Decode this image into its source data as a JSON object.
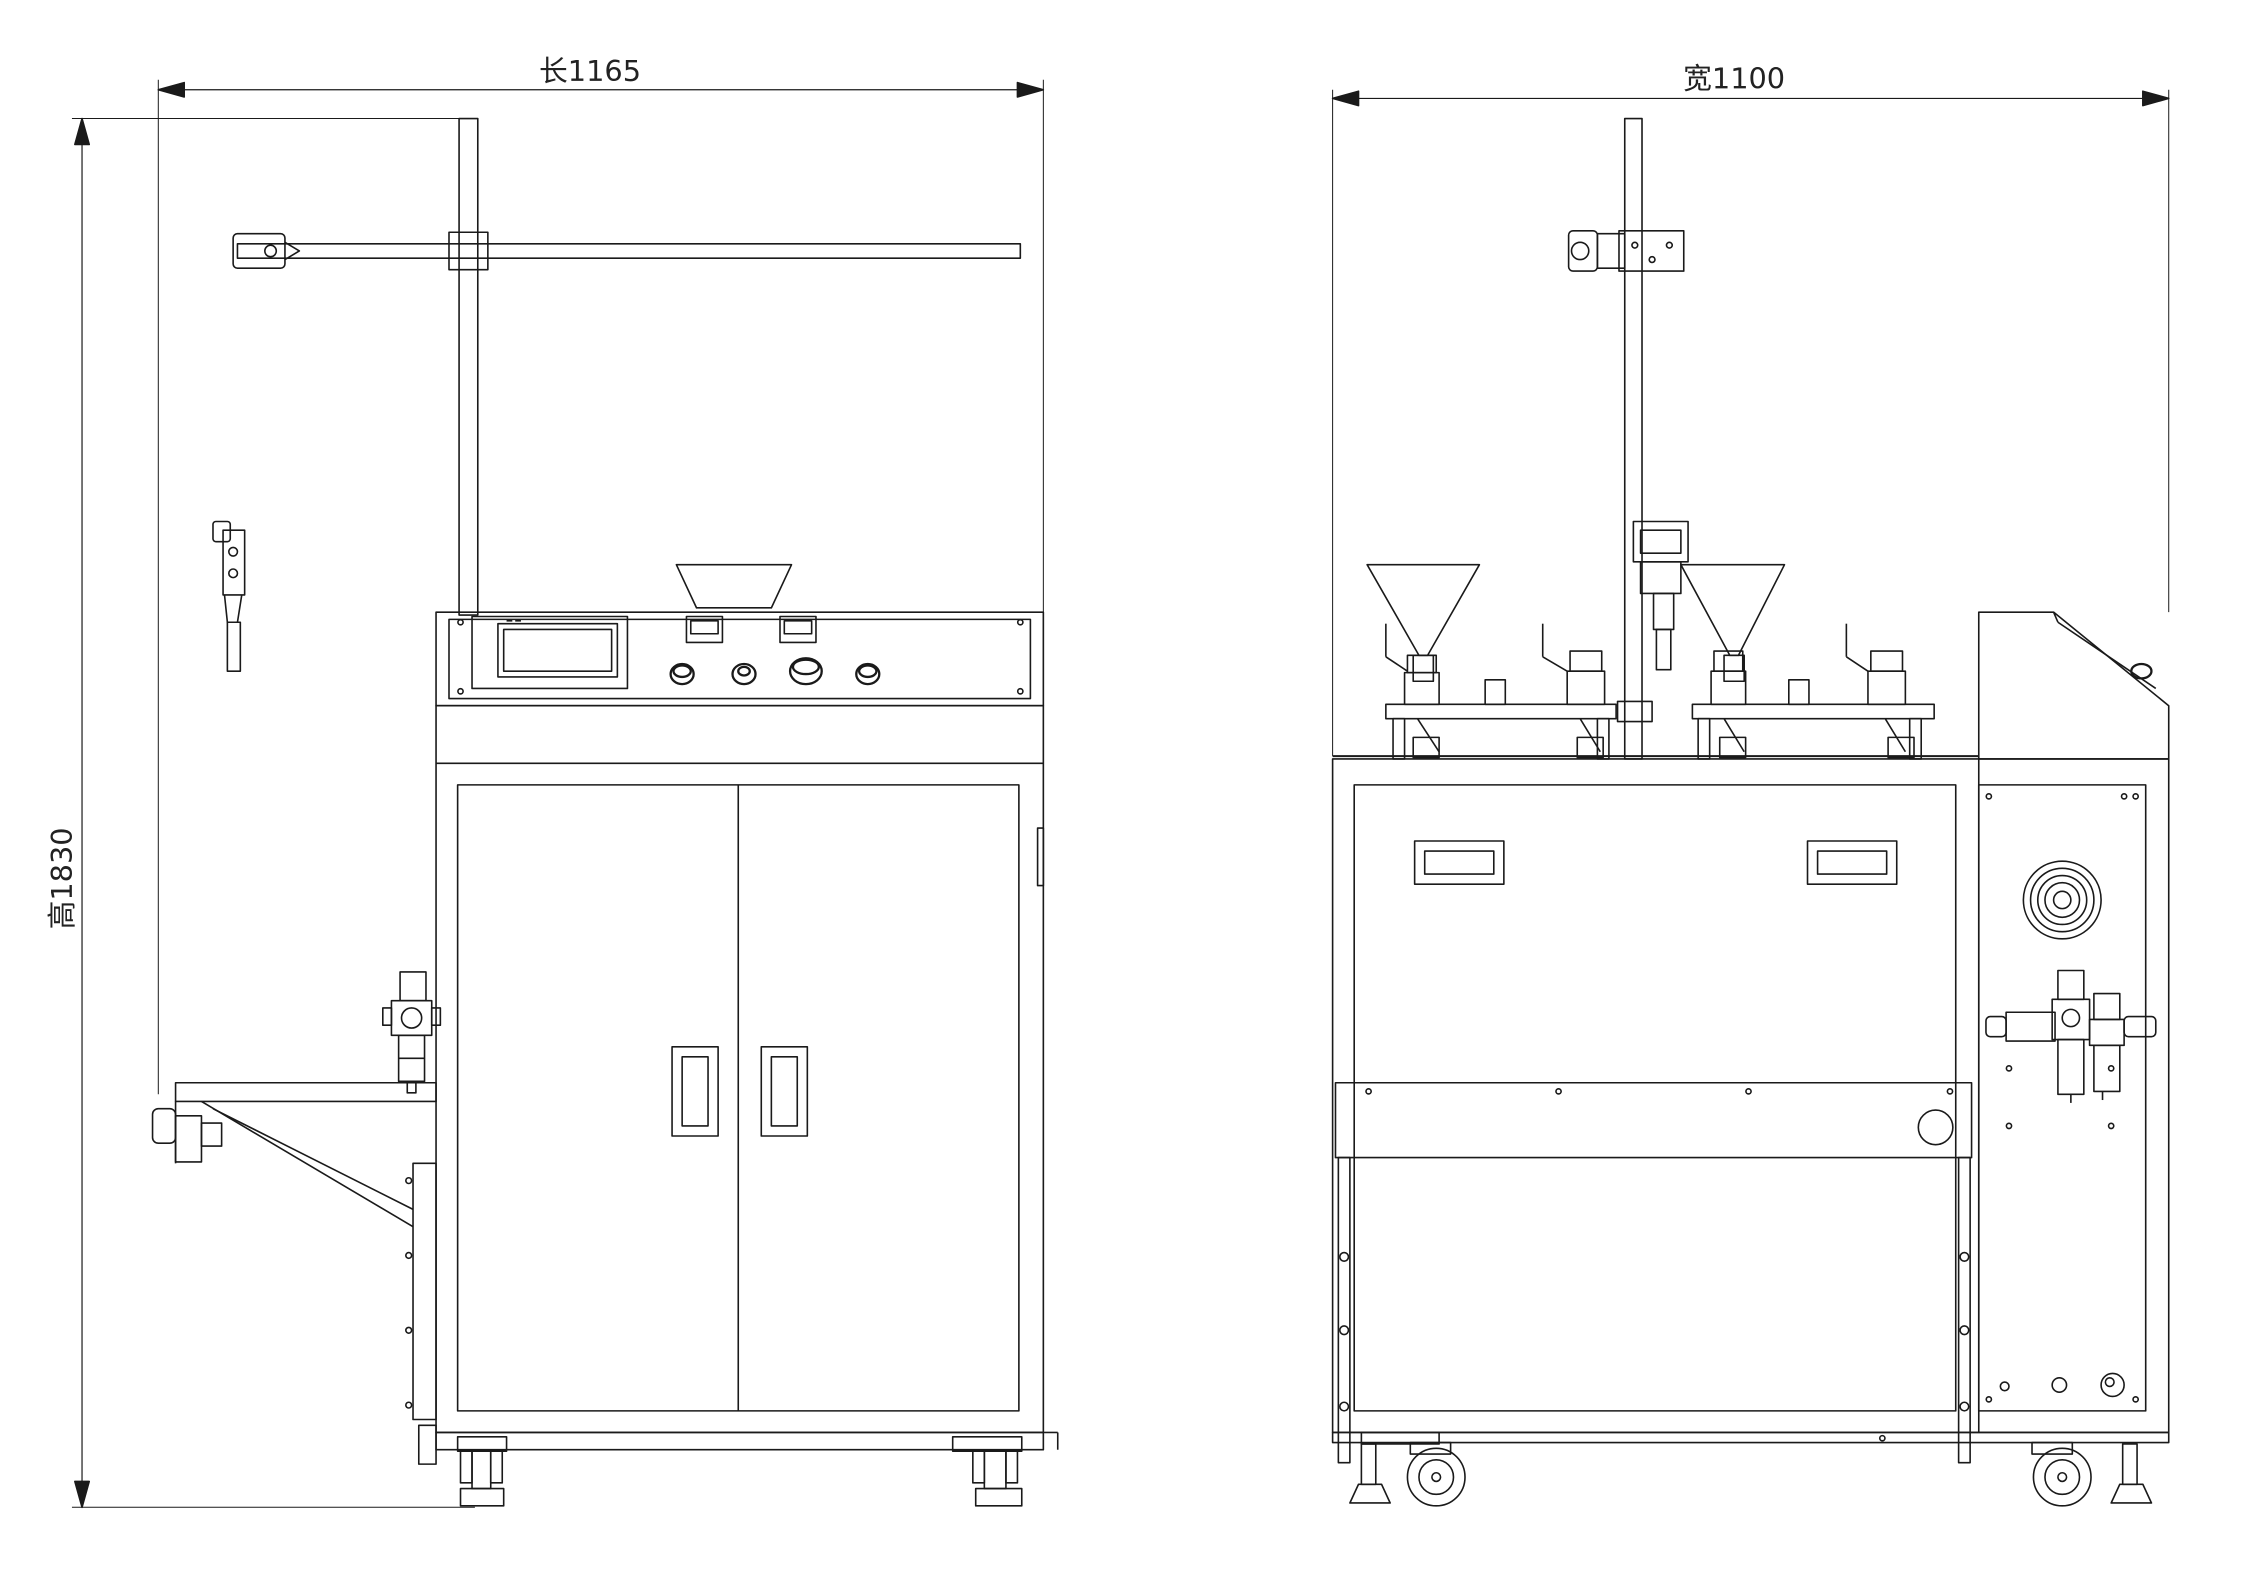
{
  "drawing": {
    "line_color": "#1a1a1a",
    "dimensions": {
      "length_label": "长1165",
      "width_label": "宽1100",
      "height_label": "高1830"
    },
    "left_view": {
      "panel_icons": [
        "touch-screen-icon",
        "temperature-controller-icon",
        "push-button-icon",
        "emergency-stop-icon"
      ]
    },
    "right_view": {
      "panel_icons": [
        "cooling-fan-icon",
        "filter-regulator-icon",
        "caster-wheel-icon"
      ]
    }
  }
}
